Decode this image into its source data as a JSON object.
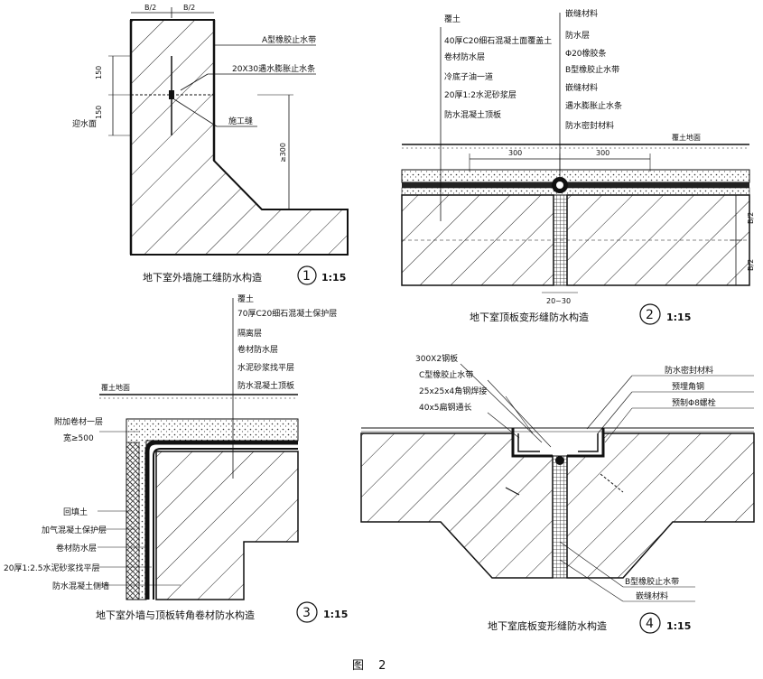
{
  "figure_caption": "图 2",
  "d1": {
    "caption": "地下室外墙施工缝防水构造",
    "number": "1",
    "scale": "1:15",
    "top_dim_left": "B/2",
    "top_dim_right": "B/2",
    "label_a_strip": "A型橡胶止水带",
    "label_swell_strip": "20X30遇水膨胀止水条",
    "label_joint": "施工缝",
    "label_water_face": "迎水面",
    "dim_150a": "150",
    "dim_150b": "150",
    "dim_300": "≥300"
  },
  "d2": {
    "caption": "地下室顶板变形缝防水构造",
    "number": "2",
    "scale": "1:15",
    "left_labels": [
      "覆土",
      "40厚C20细石混凝土面覆盖土",
      "卷材防水层",
      "冷底子油一道",
      "20厚1:2水泥砂浆层",
      "防水混凝土顶板"
    ],
    "right_labels": [
      "嵌缝材料",
      "防水层",
      "Φ20橡胶条",
      "B型橡胶止水带",
      "嵌缝材料",
      "遇水膨胀止水条",
      "防水密封材料"
    ],
    "ground_label": "覆土地面",
    "dim_left": "300",
    "dim_right": "300",
    "dim_b2a": "B/2",
    "dim_b2b": "B/2",
    "dim_gap": "20~30"
  },
  "d3": {
    "caption": "地下室外墙与顶板转角卷材防水构造",
    "number": "3",
    "scale": "1:15",
    "top_labels": [
      "覆土",
      "70厚C20细石混凝土保护层",
      "隔离层",
      "卷材防水层",
      "水泥砂浆找平层",
      "防水混凝土顶板"
    ],
    "ground_label": "覆土地面",
    "extra_label_1": "附加卷材一层",
    "extra_label_2": "宽≥500",
    "left_labels": [
      "回填土",
      "加气混凝土保护层",
      "卷材防水层",
      "20厚1:2.5水泥砂浆找平层",
      "防水混凝土侧墙"
    ]
  },
  "d4": {
    "caption": "地下室底板变形缝防水构造",
    "number": "4",
    "scale": "1:15",
    "left_labels": [
      "300X2钢板",
      "C型橡胶止水带",
      "25x25x4角钢焊接",
      "40x5扁钢通长"
    ],
    "right_labels": [
      "防水密封材料",
      "预埋角钢",
      "预制Φ8螺栓"
    ],
    "bottom_labels": [
      "B型橡胶止水带",
      "嵌缝材料"
    ]
  }
}
